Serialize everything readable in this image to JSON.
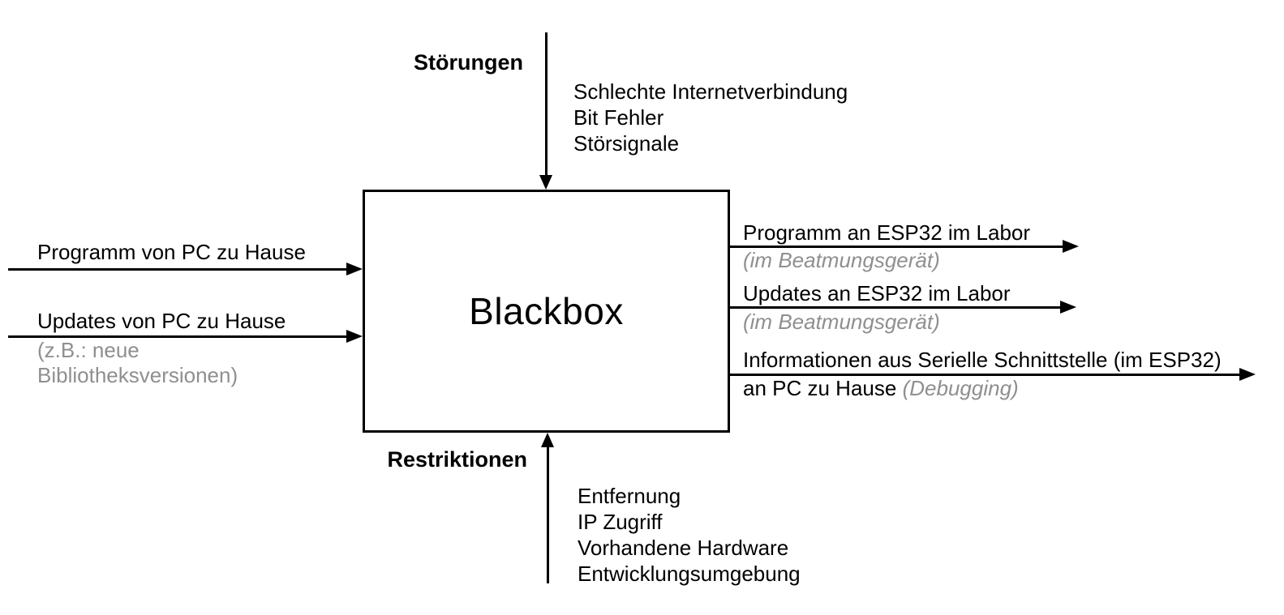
{
  "diagram": {
    "box": {
      "label": "Blackbox"
    },
    "disturbances": {
      "title": "Störungen",
      "items": [
        "Schlechte Internetverbindung",
        "Bit Fehler",
        "Störsignale"
      ]
    },
    "restrictions": {
      "title": "Restriktionen",
      "items": [
        "Entfernung",
        "IP Zugriff",
        "Vorhandene Hardware",
        "Entwicklungsumgebung"
      ]
    },
    "inputs": [
      {
        "label": "Programm von PC zu Hause"
      },
      {
        "label": "Updates von PC zu Hause",
        "note": "(z.B.: neue Bibliotheksversionen)"
      }
    ],
    "outputs": [
      {
        "label": "Programm an ESP32 im Labor",
        "note": "(im Beatmungsgerät)"
      },
      {
        "label": "Updates an ESP32 im Labor",
        "note": "(im Beatmungsgerät)"
      },
      {
        "label": "Informationen aus Serielle Schnittstelle (im ESP32)",
        "label_line2": "an PC zu Hause",
        "note": "(Debugging)"
      }
    ],
    "colors": {
      "text": "#000000",
      "muted": "#8f8f8f"
    }
  }
}
